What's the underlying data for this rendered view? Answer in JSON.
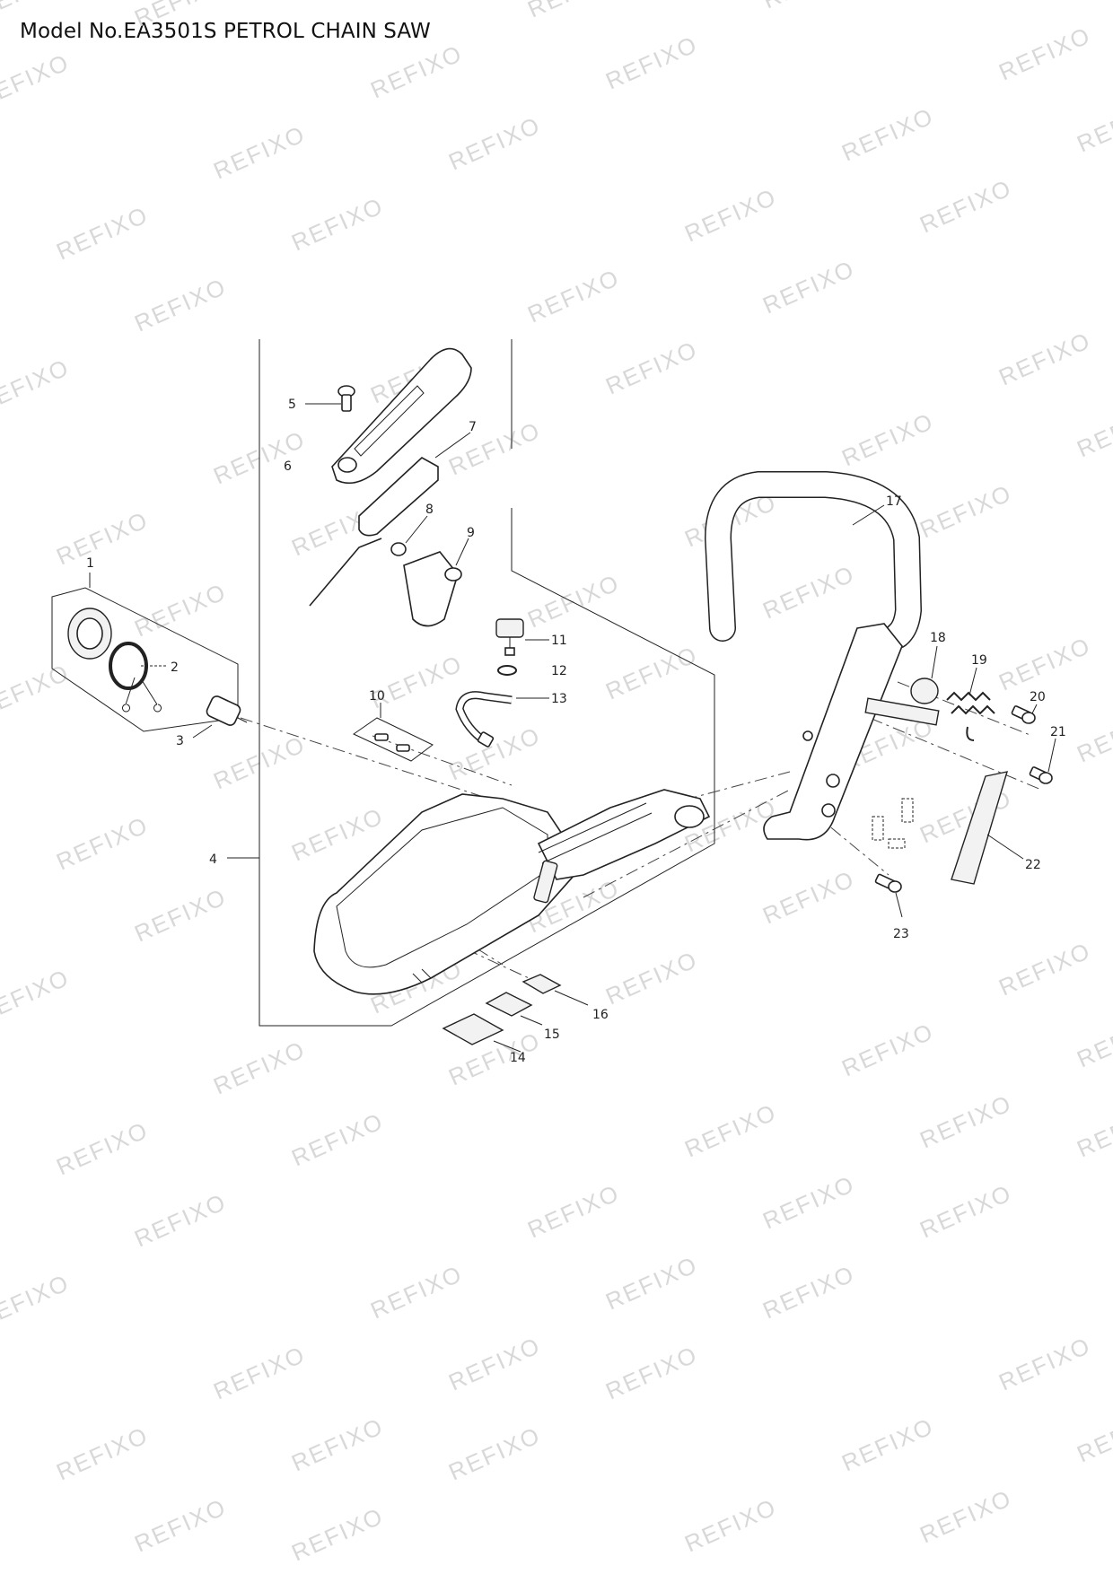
{
  "page": {
    "title": "Model No.EA3501S PETROL CHAIN SAW"
  },
  "watermark": {
    "text": "REFIXO"
  },
  "parts": {
    "p1": "1",
    "p2": "2",
    "p3": "3",
    "p4": "4",
    "p5": "5",
    "p6": "6",
    "p7": "7",
    "p8": "8",
    "p9": "9",
    "p10": "10",
    "p11": "11",
    "p12": "12",
    "p13": "13",
    "p14": "14",
    "p15": "15",
    "p16": "16",
    "p17": "17",
    "p18": "18",
    "p19": "19",
    "p20": "20",
    "p21": "21",
    "p22": "22",
    "p23": "23"
  }
}
